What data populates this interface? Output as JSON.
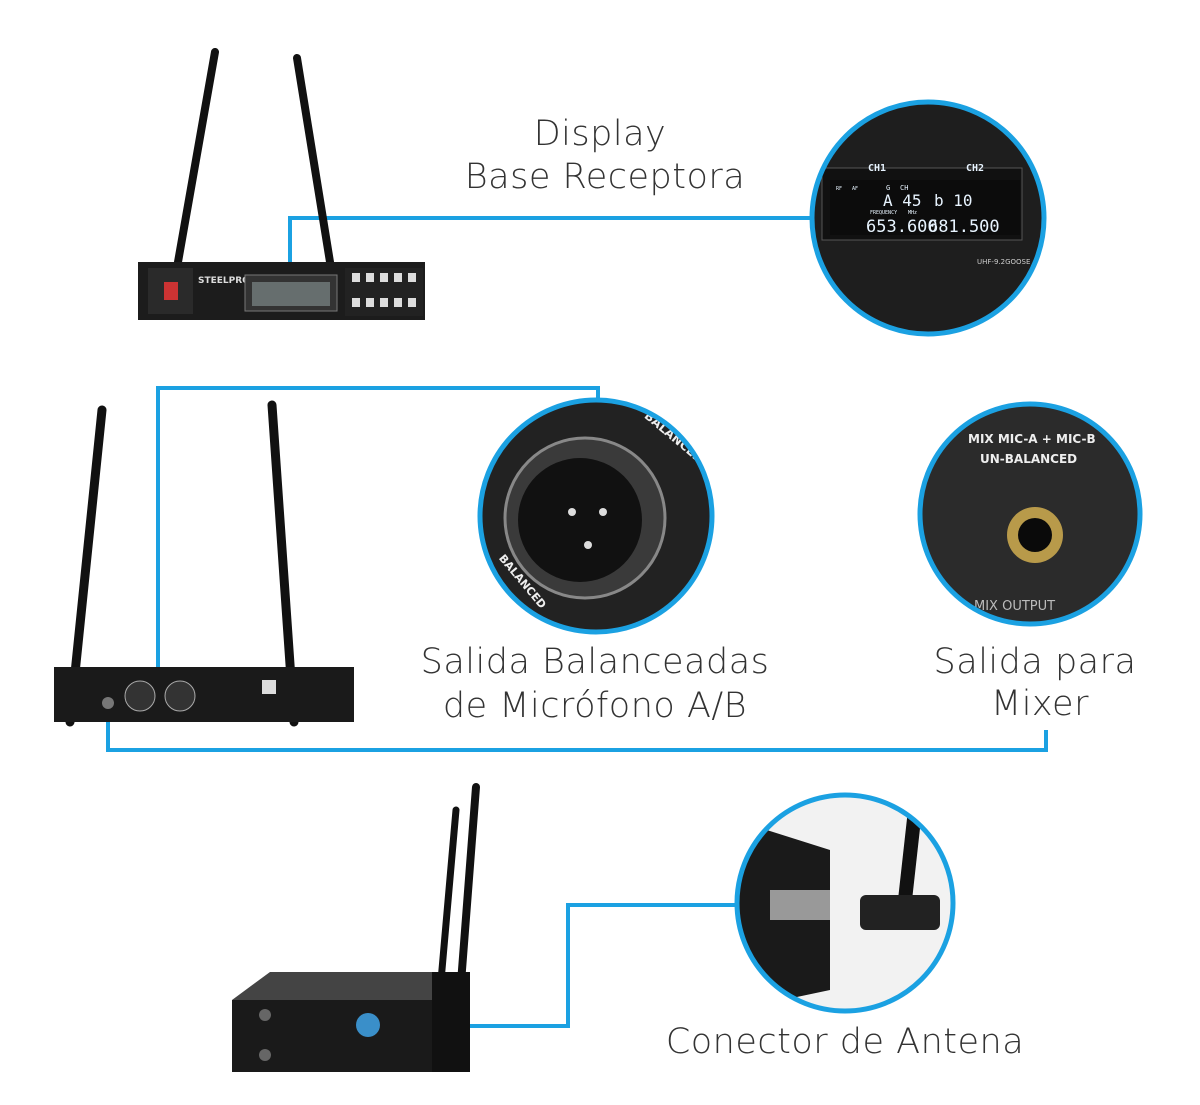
{
  "accent_color": "#1ba1e2",
  "callouts": {
    "display": {
      "line1": "Display",
      "line2": "Base Receptora"
    },
    "balanced": {
      "line1": "Salida Balanceadas",
      "line2": "de Micrófono A/B"
    },
    "mixer": {
      "line1": "Salida para",
      "line2": "Mixer"
    },
    "antenna": {
      "line1": "Conector de Antena"
    }
  },
  "display_closeup": {
    "ch1": "CH1",
    "ch2": "CH2",
    "rf": "RF",
    "af": "AF",
    "g": "G",
    "ch": "CH",
    "ch1_group": "A 45",
    "ch2_group": "b 10",
    "frequency_label": "FREQUENCY",
    "mhz": "MHz",
    "ch1_freq": "653.600",
    "ch2_freq": "681.500",
    "model": "UHF-9.2GOOSE"
  },
  "receiver_front": {
    "brand": "STEELPRO"
  },
  "balanced_closeup": {
    "label": "BALANCED"
  },
  "mixer_closeup": {
    "line1": "MIX MIC-A + MIC-B",
    "line2": "UN-BALANCED",
    "bottom": "MIX OUTPUT"
  }
}
